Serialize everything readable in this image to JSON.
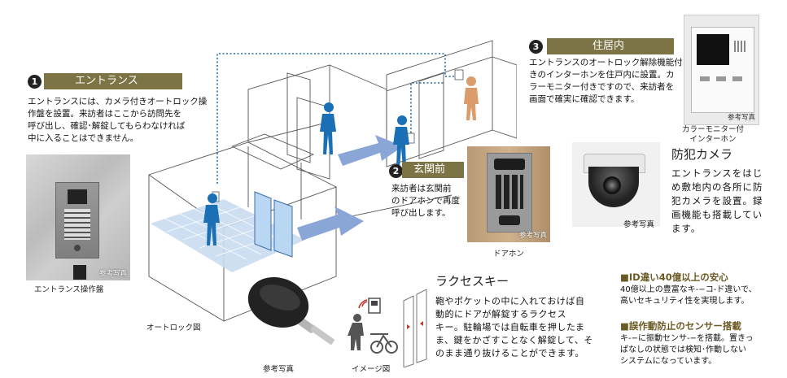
{
  "entrance": {
    "number": "1",
    "title": "エントランス",
    "body": "エントランスには、カメラ付きオートロック操\n作盤を設置。来訪者はここから訪問先を\n呼び出し、確認･解錠してもらわなければ\n中に入ることはできません。",
    "photo_ref": "参考写真",
    "caption": "エントランス操作盤"
  },
  "diagram": {
    "caption": "オートロック図"
  },
  "front_door": {
    "number": "2",
    "title": "玄関前",
    "body": "来訪者は玄関前\nのドアホンで再度\n呼び出します。",
    "photo_ref": "参考写真",
    "caption": "ドアホン"
  },
  "residence": {
    "number": "3",
    "title": "住居内",
    "body": "エントランスのオートロック解除機能付\nきのインターホンを住戸内に設置。カ\nラーモニター付きですので、来訪者を\n画面で確実に確認できます。",
    "photo_ref": "参考写真",
    "caption": "カラーモニター付\nインターホン"
  },
  "camera": {
    "title": "防犯カメラ",
    "body": "エントランスをはじ\nめ敷地内の各所に防\n犯カメラを設置。録\n画機能も搭載してい\nます。",
    "photo_ref": "参考写真"
  },
  "key": {
    "title": "ラクセスキー",
    "body": "鞄やポケットの中に入れておけば自\n動的にドアが解錠するラクセス\nキー。駐輪場では自転車を押したま\nま、鍵をかざすことなく解錠して、そ\nのまま通り抜けることができます。",
    "photo_caption": "参考写真",
    "image_caption": "イメージ図"
  },
  "features": [
    {
      "heading": "■ID違い40億以上の安心",
      "body": "40億以上の豊富なキ-−コ-ド違いで、\n高いセキュリティ性を実現します。"
    },
    {
      "heading": "■誤作動防止のセンサー搭載",
      "body": "キ-−に振動センサ-−を搭載。置きっ\nぱなしの状態では検知･作動しない\nシステムになっています。"
    }
  ],
  "colors": {
    "band": "#7d7446",
    "silhouette": "#1a6fb5",
    "resident": "#d99c6a",
    "arrow": "#8aa6d6",
    "floor": "#c9dcf0",
    "dotted": "#1f6fa8"
  }
}
